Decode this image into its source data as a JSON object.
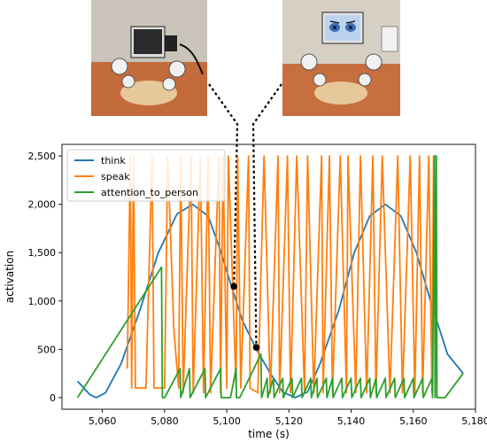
{
  "photos": {
    "left": {
      "icon": "robot-screen-off-photo-icon",
      "eye_color": "#2b2b2b"
    },
    "right": {
      "icon": "robot-screen-eyes-photo-icon",
      "eye_color": "#3a6fb0"
    }
  },
  "chart_data": {
    "type": "line",
    "xlabel": "time (s)",
    "ylabel": "activation",
    "xlim": [
      5047,
      5180
    ],
    "ylim": [
      -120,
      2620
    ],
    "xticks": [
      5060,
      5080,
      5100,
      5120,
      5140,
      5160,
      5180
    ],
    "xtick_labels": [
      "5,060",
      "5,080",
      "5,100",
      "5,120",
      "5,140",
      "5,160",
      "5,180"
    ],
    "yticks": [
      0,
      500,
      1000,
      1500,
      2000,
      2500
    ],
    "ytick_labels": [
      "0",
      "500",
      "1,000",
      "1,500",
      "2,000",
      "2,500"
    ],
    "grid": false,
    "legend": "top-left",
    "series": [
      {
        "name": "think",
        "color": "#1f77b4",
        "x": [
          5052,
          5056,
          5058,
          5061,
          5066,
          5072,
          5078,
          5084,
          5089,
          5094,
          5098,
          5101.5,
          5105,
          5109.5,
          5114,
          5118,
          5122,
          5126,
          5130,
          5136,
          5141,
          5146,
          5151,
          5156,
          5161,
          5166,
          5171,
          5176
        ],
        "y": [
          170,
          30,
          0,
          50,
          350,
          900,
          1500,
          1900,
          2000,
          1880,
          1520,
          1150,
          800,
          500,
          250,
          60,
          0,
          60,
          350,
          900,
          1500,
          1880,
          2000,
          1880,
          1500,
          950,
          450,
          250
        ]
      },
      {
        "name": "speak",
        "color": "#ff7f0e",
        "x": [
          5068,
          5069,
          5069.4,
          5070,
          5070.6,
          5074,
          5076,
          5076.6,
          5080,
          5081,
          5083,
          5084.5,
          5085.2,
          5086,
          5088.5,
          5089.2,
          5091.5,
          5092.5,
          5094,
          5094.8,
          5097.5,
          5098,
          5098.8,
          5100,
          5100.5,
          5103,
          5103.5,
          5104.5,
          5107,
          5107.5,
          5110,
          5112,
          5114,
          5116.5,
          5117,
          5119.5,
          5120.5,
          5122.5,
          5125,
          5126,
          5128,
          5130.5,
          5131,
          5133,
          5134,
          5136.5,
          5138.5,
          5139,
          5141.5,
          5143,
          5145,
          5147,
          5148,
          5150,
          5152.5,
          5155,
          5156.5,
          5159,
          5160.5,
          5162,
          5163,
          5165,
          5166,
          5166.5,
          5167.5
        ],
        "y": [
          300,
          2500,
          100,
          2500,
          100,
          100,
          2500,
          100,
          100,
          2500,
          700,
          100,
          2500,
          50,
          2500,
          50,
          2500,
          50,
          2500,
          50,
          2500,
          50,
          2500,
          100,
          2500,
          100,
          2500,
          100,
          2500,
          100,
          50,
          2500,
          50,
          2500,
          50,
          2500,
          50,
          2500,
          50,
          2500,
          50,
          2500,
          50,
          2500,
          50,
          2500,
          50,
          2500,
          50,
          2500,
          50,
          2500,
          50,
          2500,
          50,
          2500,
          50,
          2500,
          50,
          2500,
          50,
          2500,
          50,
          2500,
          2500
        ]
      },
      {
        "name": "attention_to_person",
        "color": "#2ca02c",
        "x": [
          5052,
          5079,
          5079.3,
          5080,
          5085,
          5085.2,
          5088,
          5088.2,
          5093,
          5093.2,
          5098,
          5098.2,
          5101,
          5101.2,
          5103,
          5103.1,
          5104,
          5104.2,
          5111,
          5111.2,
          5113,
          5113.2,
          5115,
          5115.2,
          5118,
          5118.2,
          5121,
          5121.2,
          5124,
          5124.2,
          5127,
          5127.2,
          5129,
          5129.2,
          5132,
          5132.2,
          5134,
          5134.2,
          5137,
          5137.2,
          5140,
          5140.2,
          5143,
          5143.2,
          5146,
          5146.2,
          5148,
          5148.2,
          5151,
          5151.2,
          5154,
          5154.2,
          5157,
          5157.2,
          5160,
          5160.2,
          5163,
          5163.2,
          5166,
          5166.2,
          5166.8,
          5167,
          5167.4,
          5167.6,
          5170,
          5170.2,
          5176
        ],
        "y": [
          0,
          1350,
          0,
          0,
          300,
          0,
          300,
          0,
          300,
          0,
          300,
          0,
          0,
          0,
          300,
          0,
          0,
          0,
          450,
          0,
          200,
          0,
          200,
          0,
          200,
          0,
          200,
          0,
          200,
          0,
          200,
          0,
          200,
          0,
          200,
          0,
          200,
          0,
          200,
          0,
          200,
          0,
          200,
          0,
          200,
          0,
          200,
          0,
          200,
          0,
          200,
          0,
          200,
          0,
          200,
          0,
          200,
          0,
          200,
          0,
          2500,
          0,
          2500,
          0,
          0,
          0,
          250
        ]
      }
    ],
    "markers": [
      {
        "x": 5102.3,
        "y": 1150
      },
      {
        "x": 5109.5,
        "y": 520
      }
    ]
  }
}
